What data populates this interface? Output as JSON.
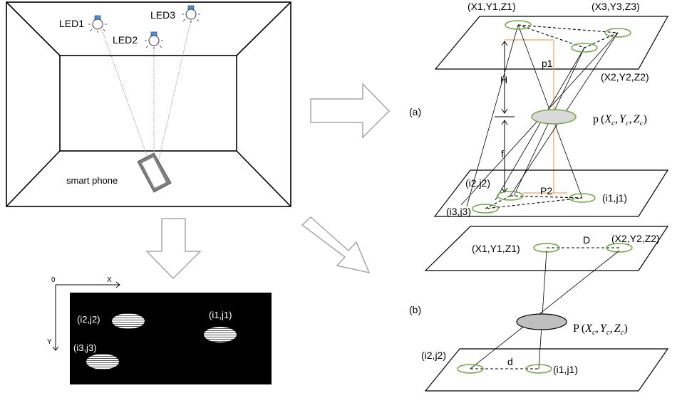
{
  "room": {
    "leds": [
      {
        "label": "LED1"
      },
      {
        "label": "LED2"
      },
      {
        "label": "LED3"
      }
    ],
    "phone_label": "smart phone"
  },
  "image_sensor": {
    "origin_label": "0",
    "x_axis_label": "X",
    "y_axis_label": "Y",
    "spots": [
      {
        "label": "(i2,j2)"
      },
      {
        "label": "(i1,j1)"
      },
      {
        "label": "(i3,j3)"
      }
    ]
  },
  "panel_a": {
    "tag": "(a)",
    "top_plane": {
      "led1": "(X1,Y1,Z1)",
      "led3": "(X3,Y3,Z3)",
      "led2": "(X2,Y2,Z2)",
      "point": "p1"
    },
    "h_label": "H",
    "f_label": "f",
    "lens": {
      "prefix": "p",
      "var": "X",
      "sub": "c",
      "var2": "Y",
      "var3": "Z"
    },
    "bottom_plane": {
      "spot2": "(i2,j2)",
      "spot3": "(i3,j3)",
      "spot1": "(i1,j1)",
      "point": "P2"
    }
  },
  "panel_b": {
    "tag": "(b)",
    "top_plane": {
      "led1": "(X1,Y1,Z1)",
      "led2": "(X2,Y2,Z2)",
      "distance": "D"
    },
    "lens": {
      "prefix": "P",
      "var": "X",
      "sub": "c",
      "var2": "Y",
      "var3": "Z"
    },
    "bottom_plane": {
      "spot2": "(i2,j2)",
      "spot1": "(i1,j1)",
      "distance": "d"
    }
  },
  "colors": {
    "spot_ring": "#6aaa3e",
    "lens_fill": "#d9d9d9",
    "projection_line": "#f4a460",
    "led_cap": "#4a90d9",
    "arrow_stroke": "#a6a6a6"
  }
}
